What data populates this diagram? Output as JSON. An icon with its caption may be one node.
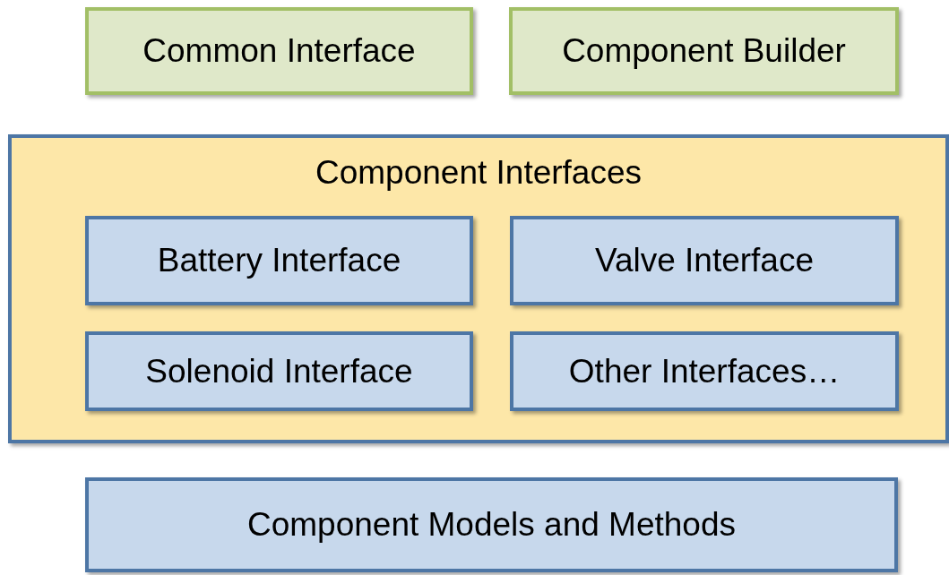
{
  "diagram": {
    "nodes": [
      {
        "text": [
          "Common Interface"
        ]
      },
      {
        "text": [
          "Component Builder"
        ]
      },
      {
        "text": [
          "Component Interfaces"
        ]
      },
      {
        "text": [
          "Battery Interface"
        ],
        "in": 2
      },
      {
        "text": [
          "Valve Interface"
        ],
        "in": 2
      },
      {
        "text": [
          "Solenoid Interface"
        ],
        "in": 2
      },
      {
        "text": [
          "Other Interfaces…"
        ],
        "in": 2
      },
      {
        "text": [
          "Component Models and Methods"
        ]
      }
    ]
  }
}
